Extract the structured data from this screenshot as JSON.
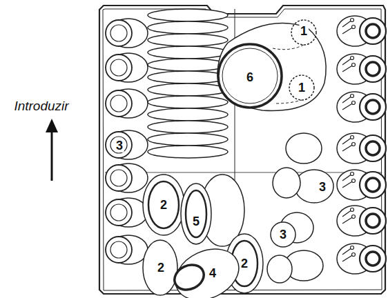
{
  "diagram": {
    "labels": [
      "Introduzir",
      "6",
      "1",
      "1",
      "3",
      "3",
      "3",
      "2",
      "5",
      "2",
      "4",
      "2"
    ]
  }
}
